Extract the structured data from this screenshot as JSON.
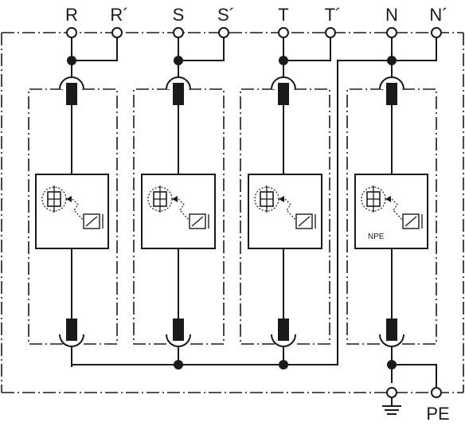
{
  "terminals": {
    "r": "R",
    "r_prime": "R´",
    "s": "S",
    "s_prime": "S´",
    "t": "T",
    "t_prime": "T´",
    "n": "N",
    "n_prime": "N´",
    "pe": "PE"
  },
  "modules": [
    {
      "label": ""
    },
    {
      "label": ""
    },
    {
      "label": ""
    },
    {
      "label": "NPE"
    }
  ]
}
